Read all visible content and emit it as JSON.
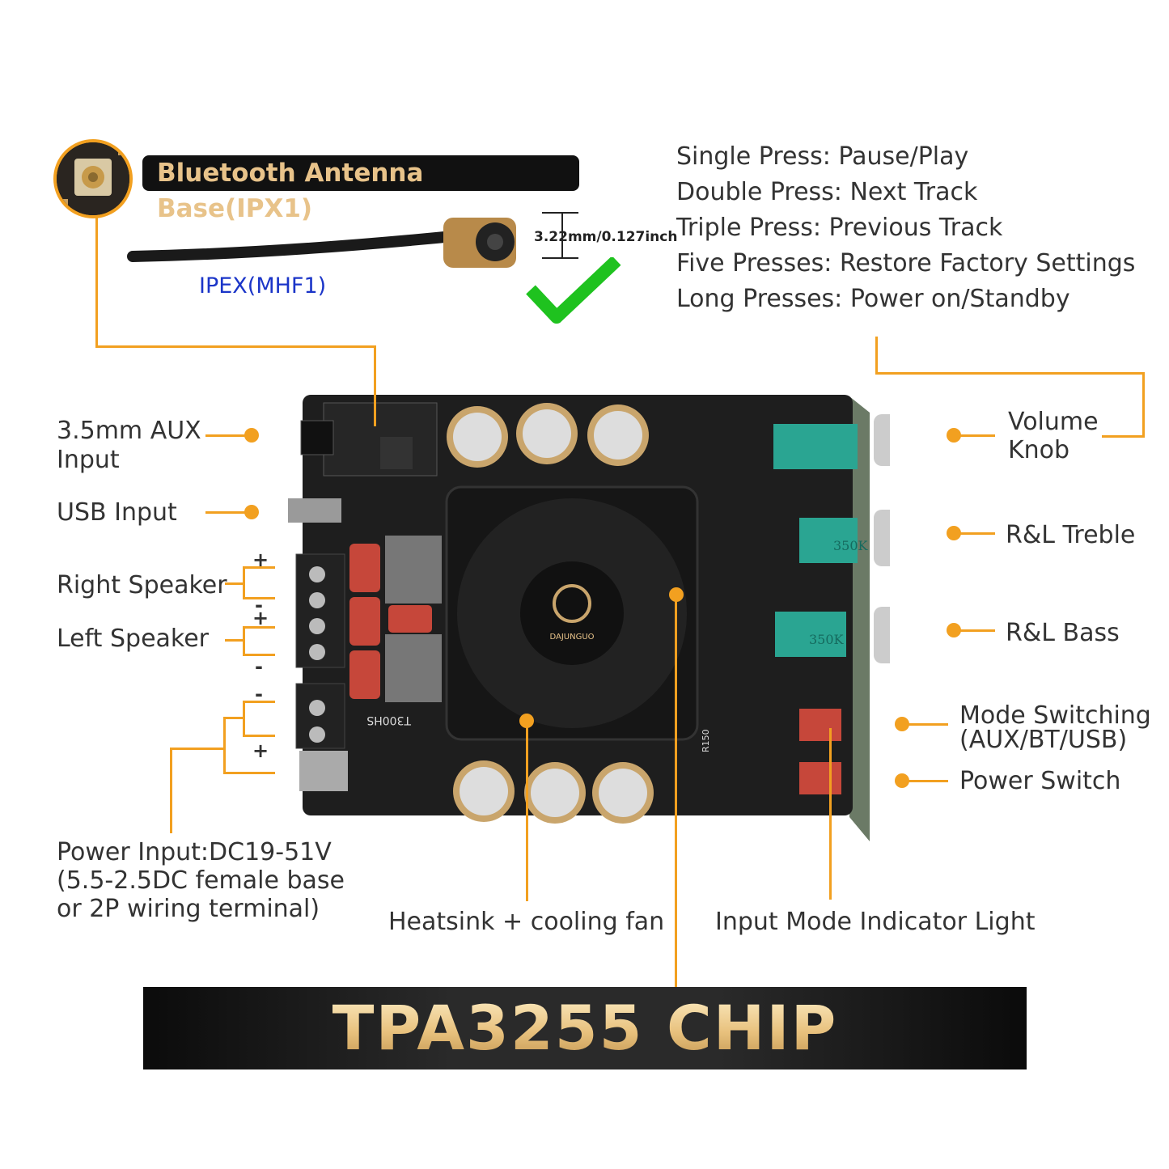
{
  "antenna": {
    "title": "Bluetooth Antenna Base(IPX1)",
    "connector_label": "IPEX(MHF1)",
    "dimension": "3.22mm/0.127inch"
  },
  "button_functions": [
    "Single Press: Pause/Play",
    "Double Press: Next Track",
    "Triple Press: Previous Track",
    "Five Presses: Restore Factory Settings",
    "Long Presses: Power on/Standby"
  ],
  "labels": {
    "aux_input": [
      "3.5mm AUX",
      "Input"
    ],
    "usb_input": "USB Input",
    "right_speaker": "Right Speaker",
    "left_speaker": "Left Speaker",
    "power_input": [
      "Power Input:DC19-51V",
      "(5.5-2.5DC female base",
      "or 2P wiring terminal)"
    ],
    "heatsink": "Heatsink + cooling fan",
    "indicator": "Input Mode Indicator Light",
    "volume": [
      "Volume",
      "Knob"
    ],
    "treble": "R&L Treble",
    "bass": "R&L Bass",
    "mode_switch": [
      "Mode Switching",
      "(AUX/BT/USB)"
    ],
    "power_switch": "Power Switch"
  },
  "polarity": {
    "plus": "+",
    "minus": "-"
  },
  "board": {
    "fan_brand": "DAJUNGUO",
    "model": "T300HS",
    "pot_value": "350K",
    "resistor": "R150"
  },
  "banner": {
    "chip": "TPA3255 CHIP"
  },
  "colors": {
    "accent": "#f2a020",
    "banner_text": "#e8c17d",
    "link_blue": "#1b35c8",
    "check_green": "#1fc21f"
  }
}
